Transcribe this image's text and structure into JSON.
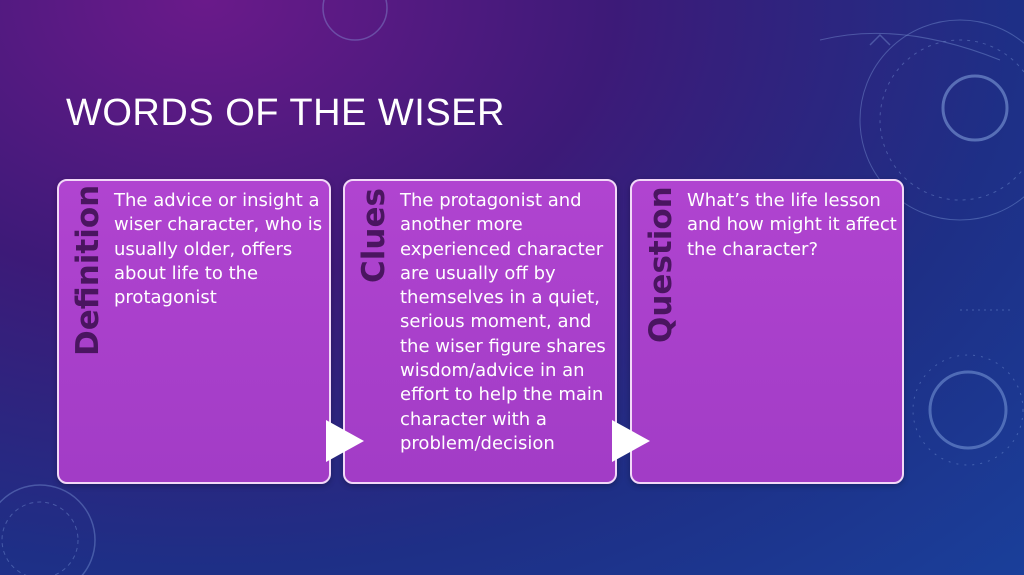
{
  "slide": {
    "title": "WORDS OF THE WISER"
  },
  "cards": [
    {
      "label": "Definition",
      "text": "The advice or insight a wiser character, who is usually older, offers about life to the protagonist"
    },
    {
      "label": "Clues",
      "text": "The protagonist and another more experienced character are usually off by themselves in a quiet, serious moment, and the wiser figure shares wisdom/advice in an effort to help the main character with a problem/decision"
    },
    {
      "label": "Question",
      "text": "What’s the life lesson and how might it affect the character?"
    }
  ],
  "colors": {
    "card_fill": "#a83fcb",
    "card_border": "#f2d8f8",
    "label_text": "#4a1560",
    "arrow": "#ffffff"
  }
}
